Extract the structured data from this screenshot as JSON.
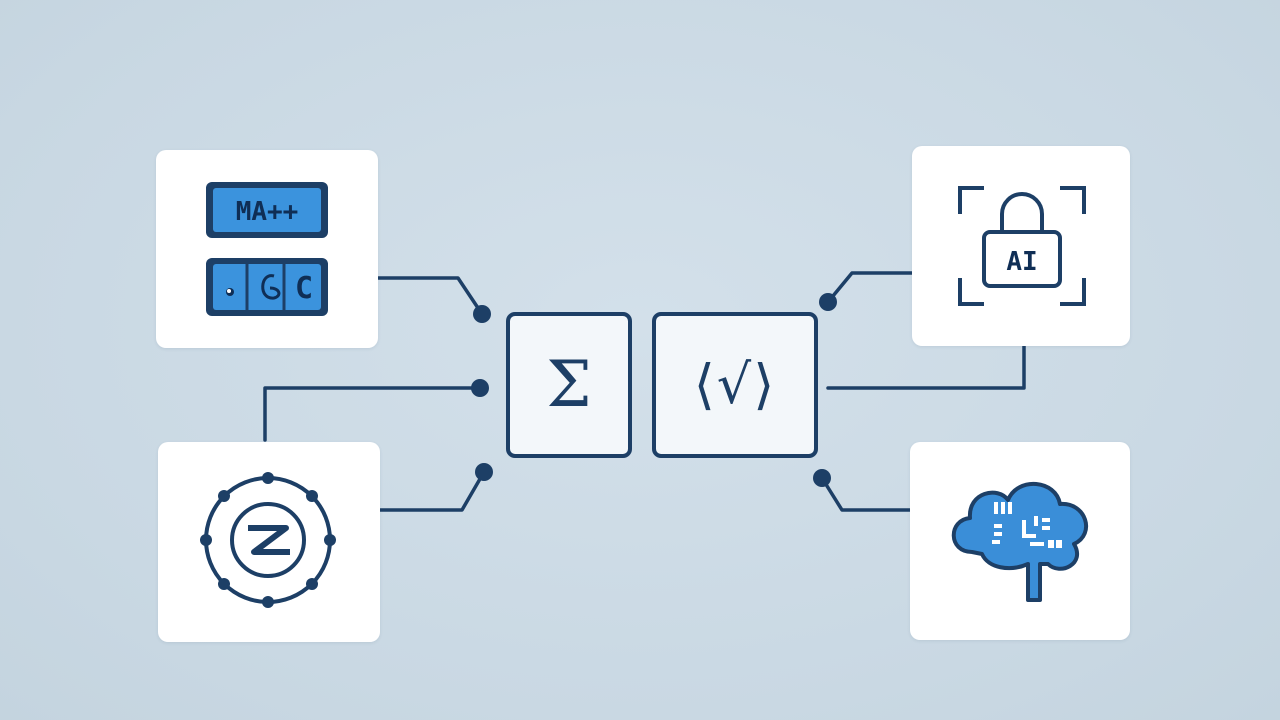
{
  "cards": {
    "code_langs": {
      "top_label": "MA++",
      "bottom_label": "C"
    },
    "security": {
      "label": "AI"
    }
  },
  "center": {
    "sigma_symbol": "Σ",
    "code_symbol": "⟨√⟩"
  },
  "colors": {
    "background": "#cddbe6",
    "navy": "#1d3f66",
    "accent_blue": "#2f86d6",
    "card": "#ffffff"
  }
}
